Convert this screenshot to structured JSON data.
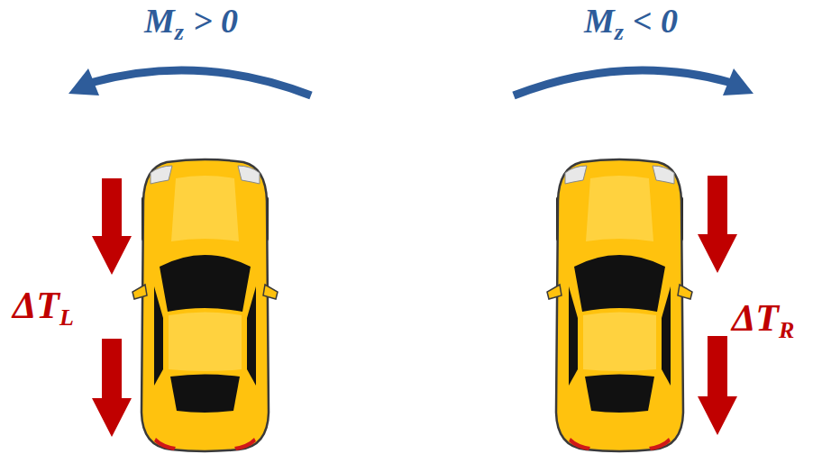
{
  "diagram": {
    "labels": [
      "M",
      "z",
      "> 0",
      "M",
      "z",
      "< 0",
      "ΔT",
      "L",
      "ΔT",
      "R"
    ]
  }
}
